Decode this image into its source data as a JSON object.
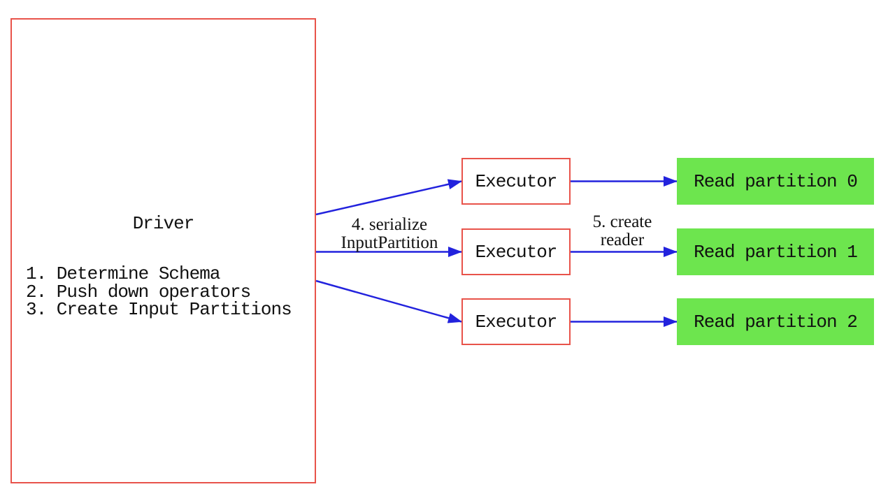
{
  "diagram": {
    "driver": {
      "title": "Driver",
      "steps": [
        "1. Determine Schema",
        "2. Push down operators",
        "3. Create Input Partitions"
      ]
    },
    "executors": [
      {
        "label": "Executor"
      },
      {
        "label": "Executor"
      },
      {
        "label": "Executor"
      }
    ],
    "partitions": [
      {
        "label": "Read partition 0"
      },
      {
        "label": "Read partition 1"
      },
      {
        "label": "Read partition 2"
      }
    ],
    "edge_labels": {
      "serialize": [
        "4. serialize",
        "InputPartition"
      ],
      "create_reader": [
        "5. create",
        "reader"
      ]
    },
    "colors": {
      "box_border_red": "#e8534a",
      "arrow_blue": "#2222dd",
      "partition_green": "#6de54e",
      "text": "#111111",
      "background": "#ffffff"
    }
  }
}
